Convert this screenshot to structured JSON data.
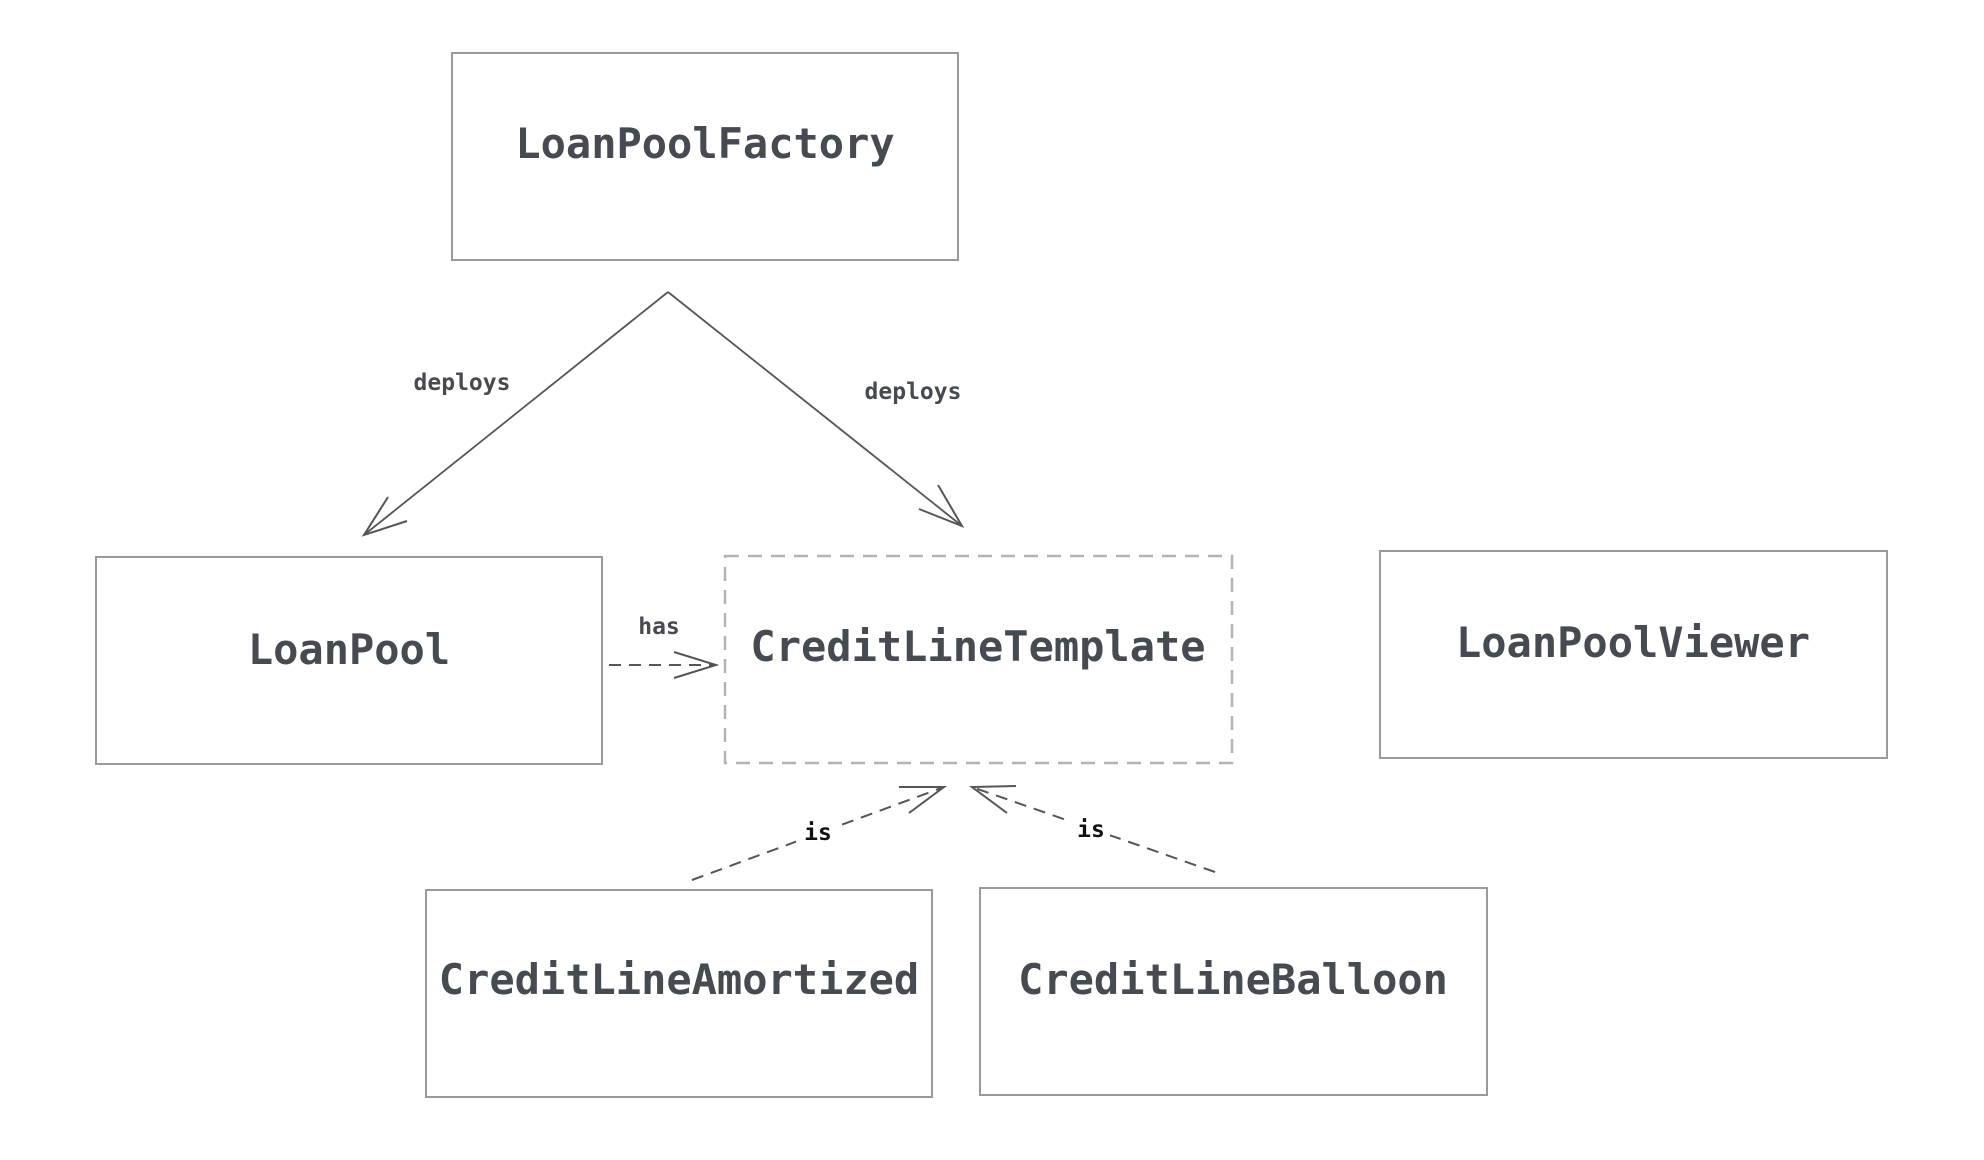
{
  "diagram": {
    "nodes": {
      "factory": {
        "label": "LoanPoolFactory"
      },
      "pool": {
        "label": "LoanPool"
      },
      "template": {
        "label": "CreditLineTemplate"
      },
      "viewer": {
        "label": "LoanPoolViewer"
      },
      "amortized": {
        "label": "CreditLineAmortized"
      },
      "balloon": {
        "label": "CreditLineBalloon"
      }
    },
    "edges": {
      "factory_to_pool": {
        "label": "deploys"
      },
      "factory_to_template": {
        "label": "deploys"
      },
      "pool_to_template": {
        "label": "has"
      },
      "amortized_to_template": {
        "label": "is"
      },
      "balloon_to_template": {
        "label": "is"
      }
    }
  }
}
